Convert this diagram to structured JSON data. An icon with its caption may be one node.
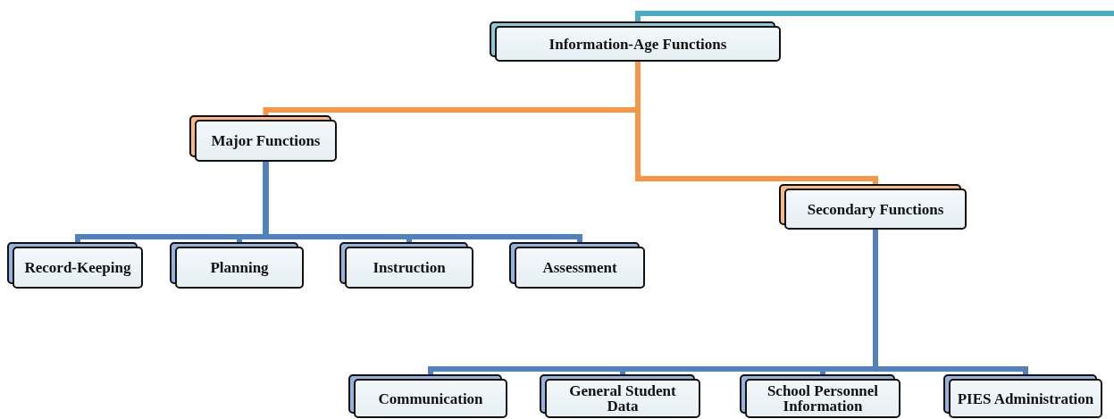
{
  "diagram": {
    "nodes": [
      {
        "text": [
          "Information-Age Functions"
        ]
      },
      {
        "text": [
          "Major Functions"
        ]
      },
      {
        "text": [
          "Secondary Functions"
        ]
      },
      {
        "text": [
          "Record-Keeping"
        ]
      },
      {
        "text": [
          "Planning"
        ]
      },
      {
        "text": [
          "Instruction"
        ]
      },
      {
        "text": [
          "Assessment"
        ]
      },
      {
        "text": [
          "Communication"
        ]
      },
      {
        "text": [
          "General Student Data"
        ]
      },
      {
        "text": [
          "School Personnel Information"
        ]
      },
      {
        "text": [
          "PIES Administration"
        ]
      }
    ],
    "edges": [
      {
        "from": null,
        "to": 0,
        "arrow": "none",
        "color": "#4bacc6"
      },
      {
        "from": 0,
        "to": 1,
        "arrow": "none",
        "color": "#f79646"
      },
      {
        "from": 0,
        "to": 2,
        "arrow": "none",
        "color": "#f79646"
      },
      {
        "from": 1,
        "to": 3,
        "arrow": "none"
      },
      {
        "from": 1,
        "to": 4,
        "arrow": "none"
      },
      {
        "from": 1,
        "to": 5,
        "arrow": "none"
      },
      {
        "from": 1,
        "to": 6,
        "arrow": "none"
      },
      {
        "from": 2,
        "to": 7,
        "arrow": "none"
      },
      {
        "from": 2,
        "to": 8,
        "arrow": "none"
      },
      {
        "from": 2,
        "to": 9,
        "arrow": "none"
      },
      {
        "from": 2,
        "to": 10,
        "arrow": "none"
      }
    ]
  }
}
